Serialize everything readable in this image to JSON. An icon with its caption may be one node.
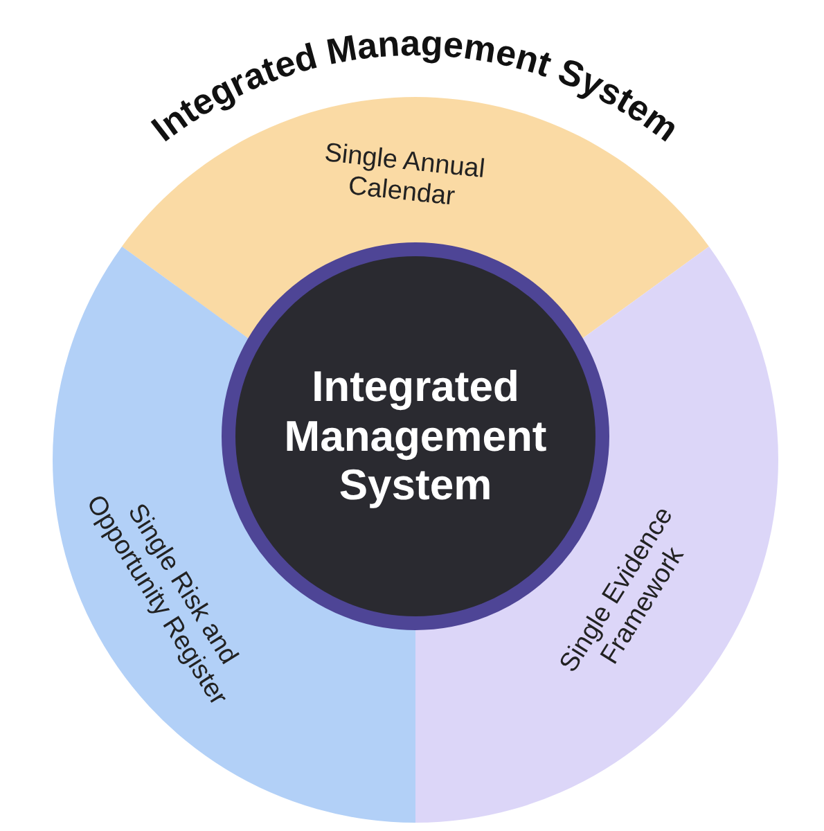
{
  "diagram": {
    "title": "Integrated Management System",
    "nodes": [
      {
        "text": [
          "Single Annual Calendar"
        ]
      },
      {
        "text": [
          "Integrated Management System"
        ]
      },
      {
        "text": [
          "Single Risk and Opportunity Register"
        ]
      },
      {
        "text": [
          "Single Evidence Framework"
        ]
      }
    ]
  }
}
